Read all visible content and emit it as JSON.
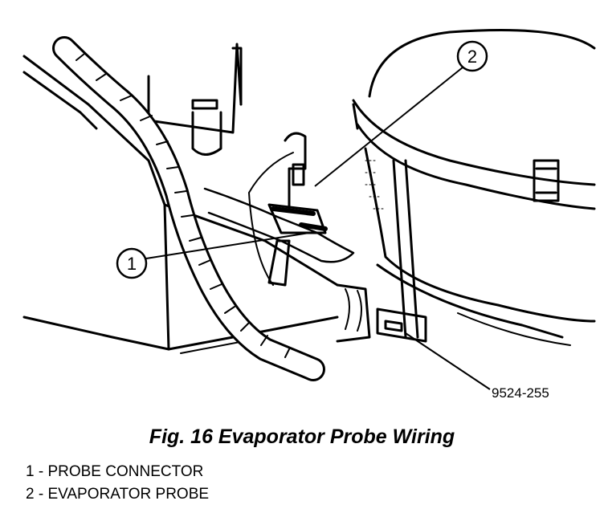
{
  "callouts": [
    {
      "number": "1",
      "label": "PROBE CONNECTOR"
    },
    {
      "number": "2",
      "label": "EVAPORATOR PROBE"
    }
  ],
  "part_number": "9524-255",
  "caption": "Fig. 16 Evaporator Probe Wiring",
  "legend": [
    "1 - PROBE CONNECTOR",
    "2 - EVAPORATOR PROBE"
  ]
}
